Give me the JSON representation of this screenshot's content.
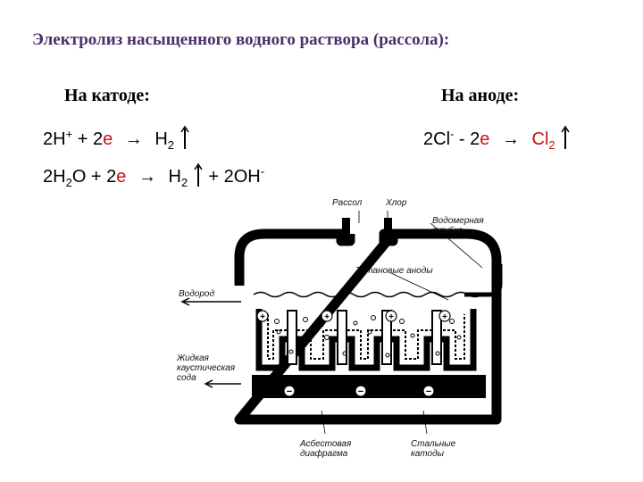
{
  "title": "Электролиз насыщенного водного раствора (рассола):",
  "cathode": {
    "header": "На катоде:",
    "eq1": {
      "a": "2H",
      "a_sup": "+",
      "mid": " + 2",
      "e": "e",
      "arrow": "→",
      "prod": "H",
      "prod_sub": "2"
    },
    "eq2": {
      "a": "2H",
      "a_sub": "2",
      "b": "O + 2",
      "e": "e",
      "arrow": "→",
      "prod": "H",
      "prod_sub": "2",
      "tail": "+ 2OH",
      "tail_sup": "-"
    }
  },
  "anode": {
    "header": "На аноде:",
    "eq": {
      "a": "2Cl",
      "a_sup": "-",
      "mid": " - 2",
      "e": "e",
      "arrow": "→",
      "prod": "Cl",
      "prod_sub": "2"
    }
  },
  "diagram": {
    "labels": {
      "brine": "Рассол",
      "chlorine": "Хлор",
      "gauge": [
        "Водомерная",
        "трубка"
      ],
      "anodes": "Титановые аноды",
      "hydrogen": "Водород",
      "caustic": [
        "Жидкая",
        "каустическая",
        "сода"
      ],
      "diaphragm": [
        "Асбестовая",
        "диафрагма"
      ],
      "cathodes": [
        "Стальные",
        "катоды"
      ]
    },
    "signs": {
      "plus": "+",
      "minus": "−"
    }
  }
}
